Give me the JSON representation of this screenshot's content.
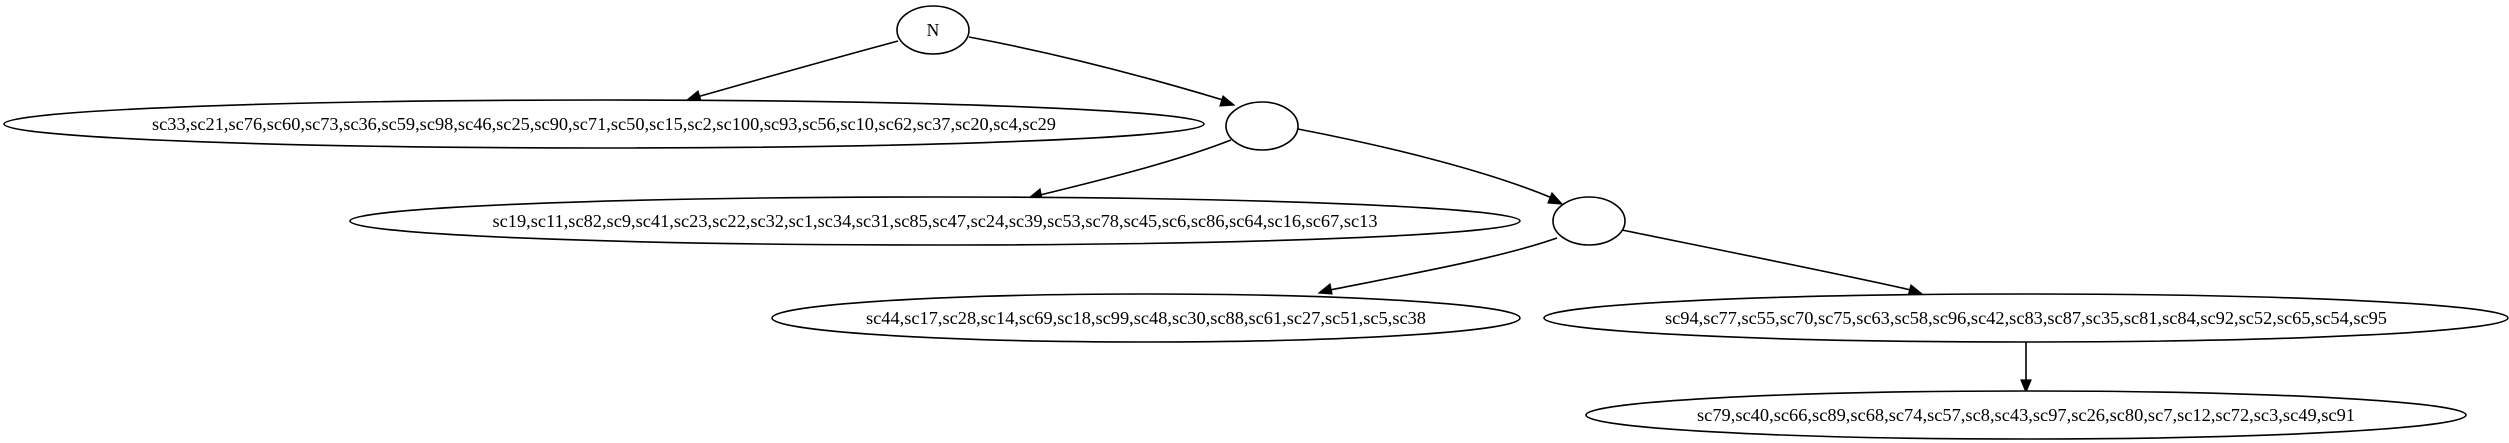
{
  "colors": {
    "background": "#ffffff",
    "stroke": "#000000",
    "text": "#000000"
  },
  "tree": {
    "root_label": "N",
    "leaf_1": "sc33,sc21,sc76,sc60,sc73,sc36,sc59,sc98,sc46,sc25,sc90,sc71,sc50,sc15,sc2,sc100,sc93,sc56,sc10,sc62,sc37,sc20,sc4,sc29",
    "leaf_2": "sc19,sc11,sc82,sc9,sc41,sc23,sc22,sc32,sc1,sc34,sc31,sc85,sc47,sc24,sc39,sc53,sc78,sc45,sc6,sc86,sc64,sc16,sc67,sc13",
    "leaf_3": "sc44,sc17,sc28,sc14,sc69,sc18,sc99,sc48,sc30,sc88,sc61,sc27,sc51,sc5,sc38",
    "leaf_4": "sc94,sc77,sc55,sc70,sc75,sc63,sc58,sc96,sc42,sc83,sc87,sc35,sc81,sc84,sc92,sc52,sc65,sc54,sc95",
    "leaf_5": "sc79,sc40,sc66,sc89,sc68,sc74,sc57,sc8,sc43,sc97,sc26,sc80,sc7,sc12,sc72,sc3,sc49,sc91"
  }
}
